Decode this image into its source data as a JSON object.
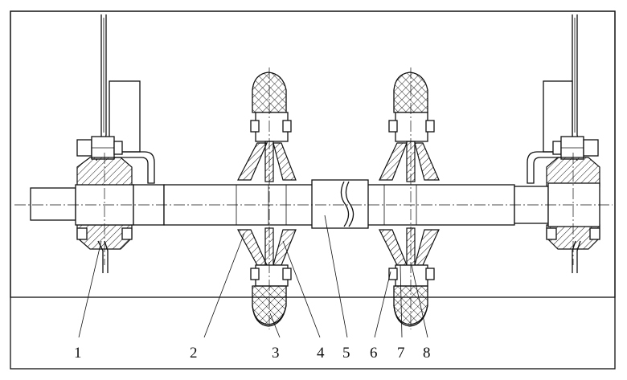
{
  "figure": {
    "part_labels": [
      "1",
      "2",
      "3",
      "4",
      "5",
      "6",
      "7",
      "8"
    ]
  }
}
